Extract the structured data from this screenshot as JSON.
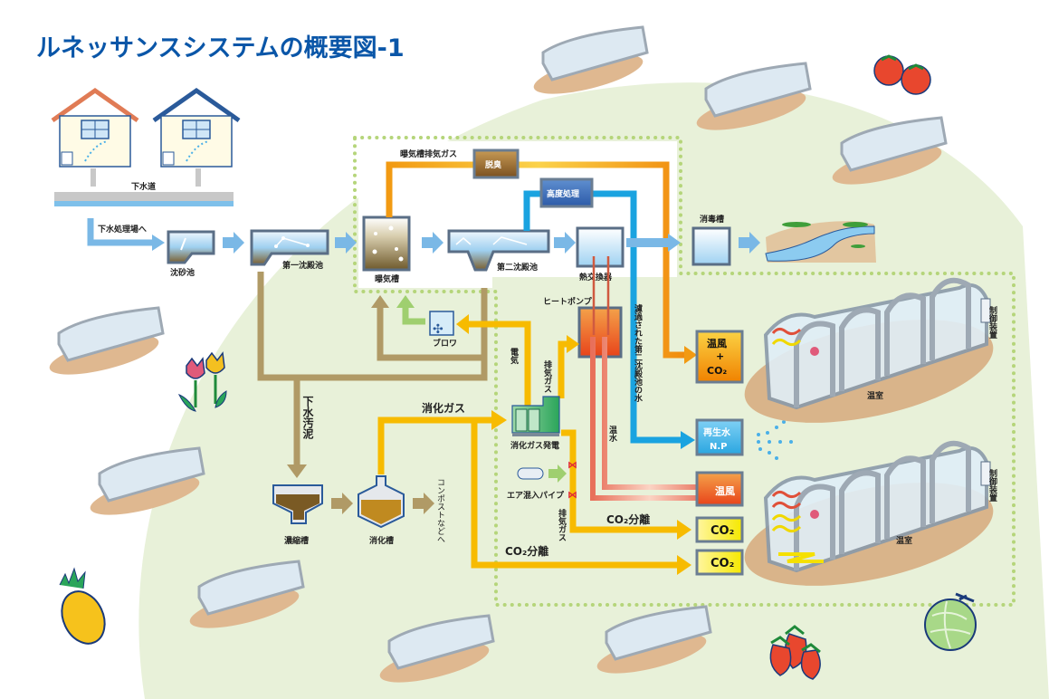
{
  "title": "ルネッサンスシステムの概要図-1",
  "sewer": {
    "pipe_label": "下水道",
    "to_plant_label": "下水処理場へ"
  },
  "process": {
    "grit_chamber": "沈砂池",
    "primary_settling": "第一沈殿池",
    "aeration_tank": "曝気槽",
    "secondary_settling": "第二沈殿池",
    "heat_exchanger": "熱交換器",
    "heat_pump": "ヒートポンプ",
    "disinfection_tank": "消毒槽",
    "blower": "ブロワ",
    "deodorize": "脱臭",
    "advanced_treatment": "高度処理",
    "aeration_exhaust_gas": "曝気槽排気ガス",
    "filtered_water": "濾過された第二沈殿池の水",
    "electricity": "電気",
    "exhaust_gas": "排気ガス",
    "exhaust_gas_2": "排気ガス",
    "warm_water": "温水",
    "sewage_sludge": "下水汚泥",
    "thickener": "濃縮槽",
    "digester": "消化槽",
    "to_compost": "コンポストなどへ",
    "digestion_gas": "消化ガス",
    "gas_power": "消化ガス発電",
    "air_pipe": "エア混入パイプ",
    "co2_separation_1": "CO₂分離",
    "co2_separation_2": "CO₂分離"
  },
  "outputs": {
    "warm_air_co2": {
      "line1": "温風",
      "line2": "+",
      "line3": "CO₂"
    },
    "reclaimed_water": {
      "line1": "再生水",
      "line2": "N.P"
    },
    "warm_air": "温風",
    "co2_a": "CO₂",
    "co2_b": "CO₂"
  },
  "greenhouse": {
    "label_top": "温室",
    "label_bottom": "温室",
    "control_top": "制御装置",
    "control_bottom": "制御装置"
  },
  "colors": {
    "title_blue": "#0a56a8",
    "background_green": "#e8f1d9",
    "dotted_border": "#b5d57a",
    "water_arrow": "#7ab8e6",
    "blue_pipe": "#1aa3e0",
    "orange_pipe": "#f29a12",
    "yellow_pipe": "#f7bb00",
    "sludge": "#b09a66",
    "green_arrow": "#9fcf6f"
  }
}
